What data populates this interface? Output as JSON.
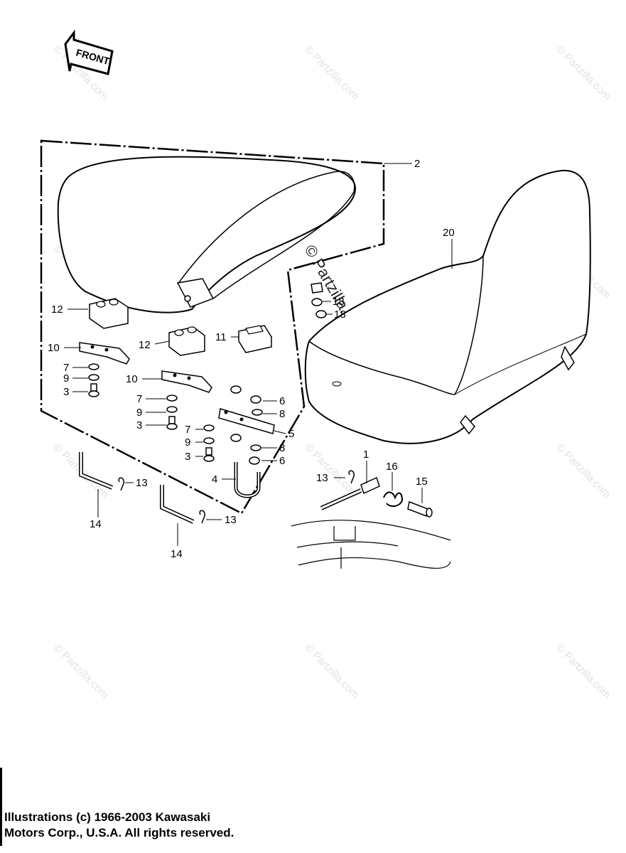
{
  "front_label": "FRONT",
  "watermark": {
    "text": "© Partzilla.com",
    "center_text": "© Partzilla.com"
  },
  "callouts": {
    "c1": "1",
    "c2": "2",
    "c3a": "3",
    "c3b": "3",
    "c3c": "3",
    "c4": "4",
    "c5": "5",
    "c6a": "6",
    "c6b": "6",
    "c7a": "7",
    "c7b": "7",
    "c7c": "7",
    "c8a": "8",
    "c8b": "8",
    "c9a": "9",
    "c9b": "9",
    "c9c": "9",
    "c10a": "10",
    "c10b": "10",
    "c11": "11",
    "c12a": "12",
    "c12b": "12",
    "c13a": "13",
    "c13b": "13",
    "c13c": "13",
    "c14a": "14",
    "c14b": "14",
    "c15": "15",
    "c16": "16",
    "c18a": "18",
    "c18b": "18",
    "c20": "20"
  },
  "copyright": {
    "line1": "Illustrations (c) 1966-2003 Kawasaki",
    "line2": "Motors Corp., U.S.A.  All rights reserved."
  }
}
